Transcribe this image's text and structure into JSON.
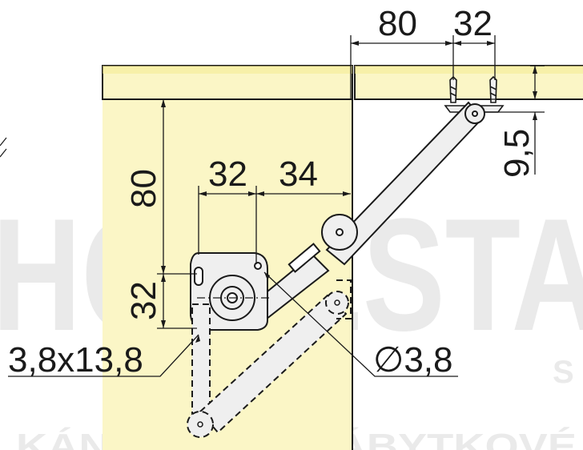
{
  "watermark": {
    "word": "HOMESTA",
    "sub": "S",
    "tagline": "KÁNÍ DVÍŘ AI NÁBYTKOVÉ"
  },
  "dimensions": {
    "top_left": "80",
    "top_right": "32",
    "right_vertical": "9,5",
    "left_vertical_top": "80",
    "left_vertical_bottom": "32",
    "mid_left": "32",
    "mid_right": "34",
    "screw_callout": "3,8x13,8",
    "hole_callout": "∅3,8"
  },
  "colors": {
    "panel": "#fbf6c6",
    "panel_edge": "#f7ec9a",
    "hardware": "#efefef",
    "line": "#1a1a1a"
  }
}
